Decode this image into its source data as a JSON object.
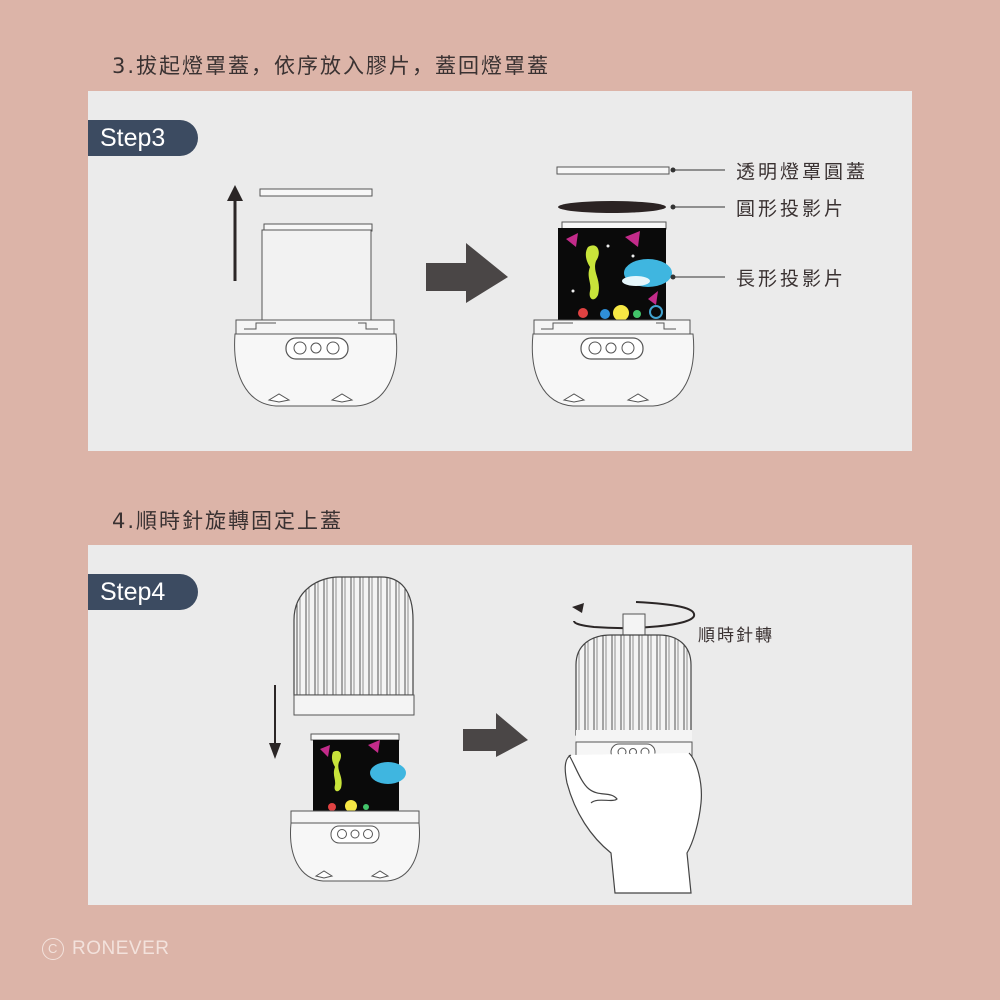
{
  "step3": {
    "heading": "3.拔起燈罩蓋，依序放入膠片，蓋回燈罩蓋",
    "badge": "Step3",
    "labels": {
      "clear_cover": "透明燈罩圓蓋",
      "round_film": "圓形投影片",
      "rect_film": "長形投影片"
    }
  },
  "step4": {
    "heading": "4.順時針旋轉固定上蓋",
    "badge": "Step4",
    "labels": {
      "clockwise": "順時針轉"
    }
  },
  "footer": {
    "copyright_symbol": "C",
    "brand": "RONEVER"
  },
  "colors": {
    "background": "#dcb4a8",
    "panel": "#ebebeb",
    "badge": "#3c4b61",
    "arrow": "#4a4646",
    "text": "#3a3232"
  },
  "icons": [
    "up-arrow-icon",
    "right-arrow-icon",
    "down-arrow-icon",
    "clockwise-rotate-icon",
    "button-power-icon",
    "button-music-icon",
    "button-light-icon"
  ]
}
